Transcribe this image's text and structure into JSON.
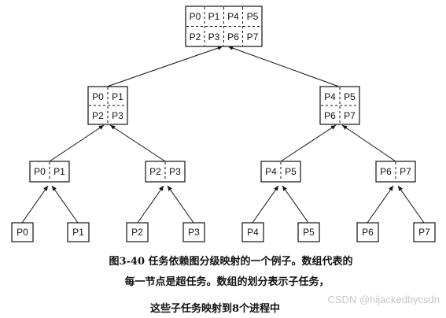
{
  "diagram": {
    "root": {
      "top_row": [
        "P0",
        "P1",
        "P4",
        "P5"
      ],
      "bottom_row": [
        "P2",
        "P3",
        "P6",
        "P7"
      ]
    },
    "level1": [
      {
        "top_row": [
          "P0",
          "P1"
        ],
        "bottom_row": [
          "P2",
          "P3"
        ]
      },
      {
        "top_row": [
          "P4",
          "P5"
        ],
        "bottom_row": [
          "P6",
          "P7"
        ]
      }
    ],
    "level2": [
      [
        "P0",
        "P1"
      ],
      [
        "P2",
        "P3"
      ],
      [
        "P4",
        "P5"
      ],
      [
        "P6",
        "P7"
      ]
    ],
    "leaves": [
      "P0",
      "P1",
      "P2",
      "P3",
      "P4",
      "P5",
      "P6",
      "P7"
    ]
  },
  "caption": {
    "line1": "图3-40  任务依赖图分级映射的一个例子。数组代表的",
    "line2": "每一节点是超任务。数组的划分表示子任务，",
    "line3": "这些子任务映射到8个进程中"
  },
  "watermark": "CSDN @hijackedbycsdn"
}
